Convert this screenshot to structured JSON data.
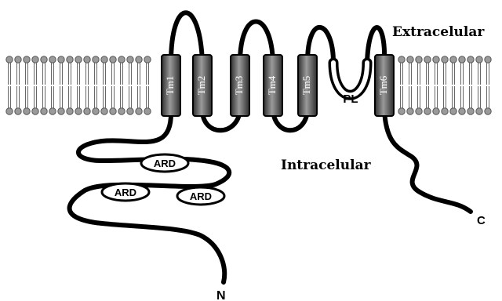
{
  "labels": {
    "extracellular": "Extracelular",
    "intracellular": "Intracelular",
    "pore_loop": "PL",
    "n_terminus": "N",
    "c_terminus": "C"
  },
  "transmembrane_segments": [
    "Tm1",
    "Tm2",
    "Tm3",
    "Tm4",
    "Tm5",
    "Tm6"
  ],
  "ankyrin_domains": [
    "ARD",
    "ARD",
    "ARD"
  ],
  "colors": {
    "chain": "#000000",
    "helix_fill": "#4a4a4a",
    "helix_highlight": "#9a9a9a",
    "lipid_head": "#9a9a9a",
    "background": "#ffffff"
  }
}
